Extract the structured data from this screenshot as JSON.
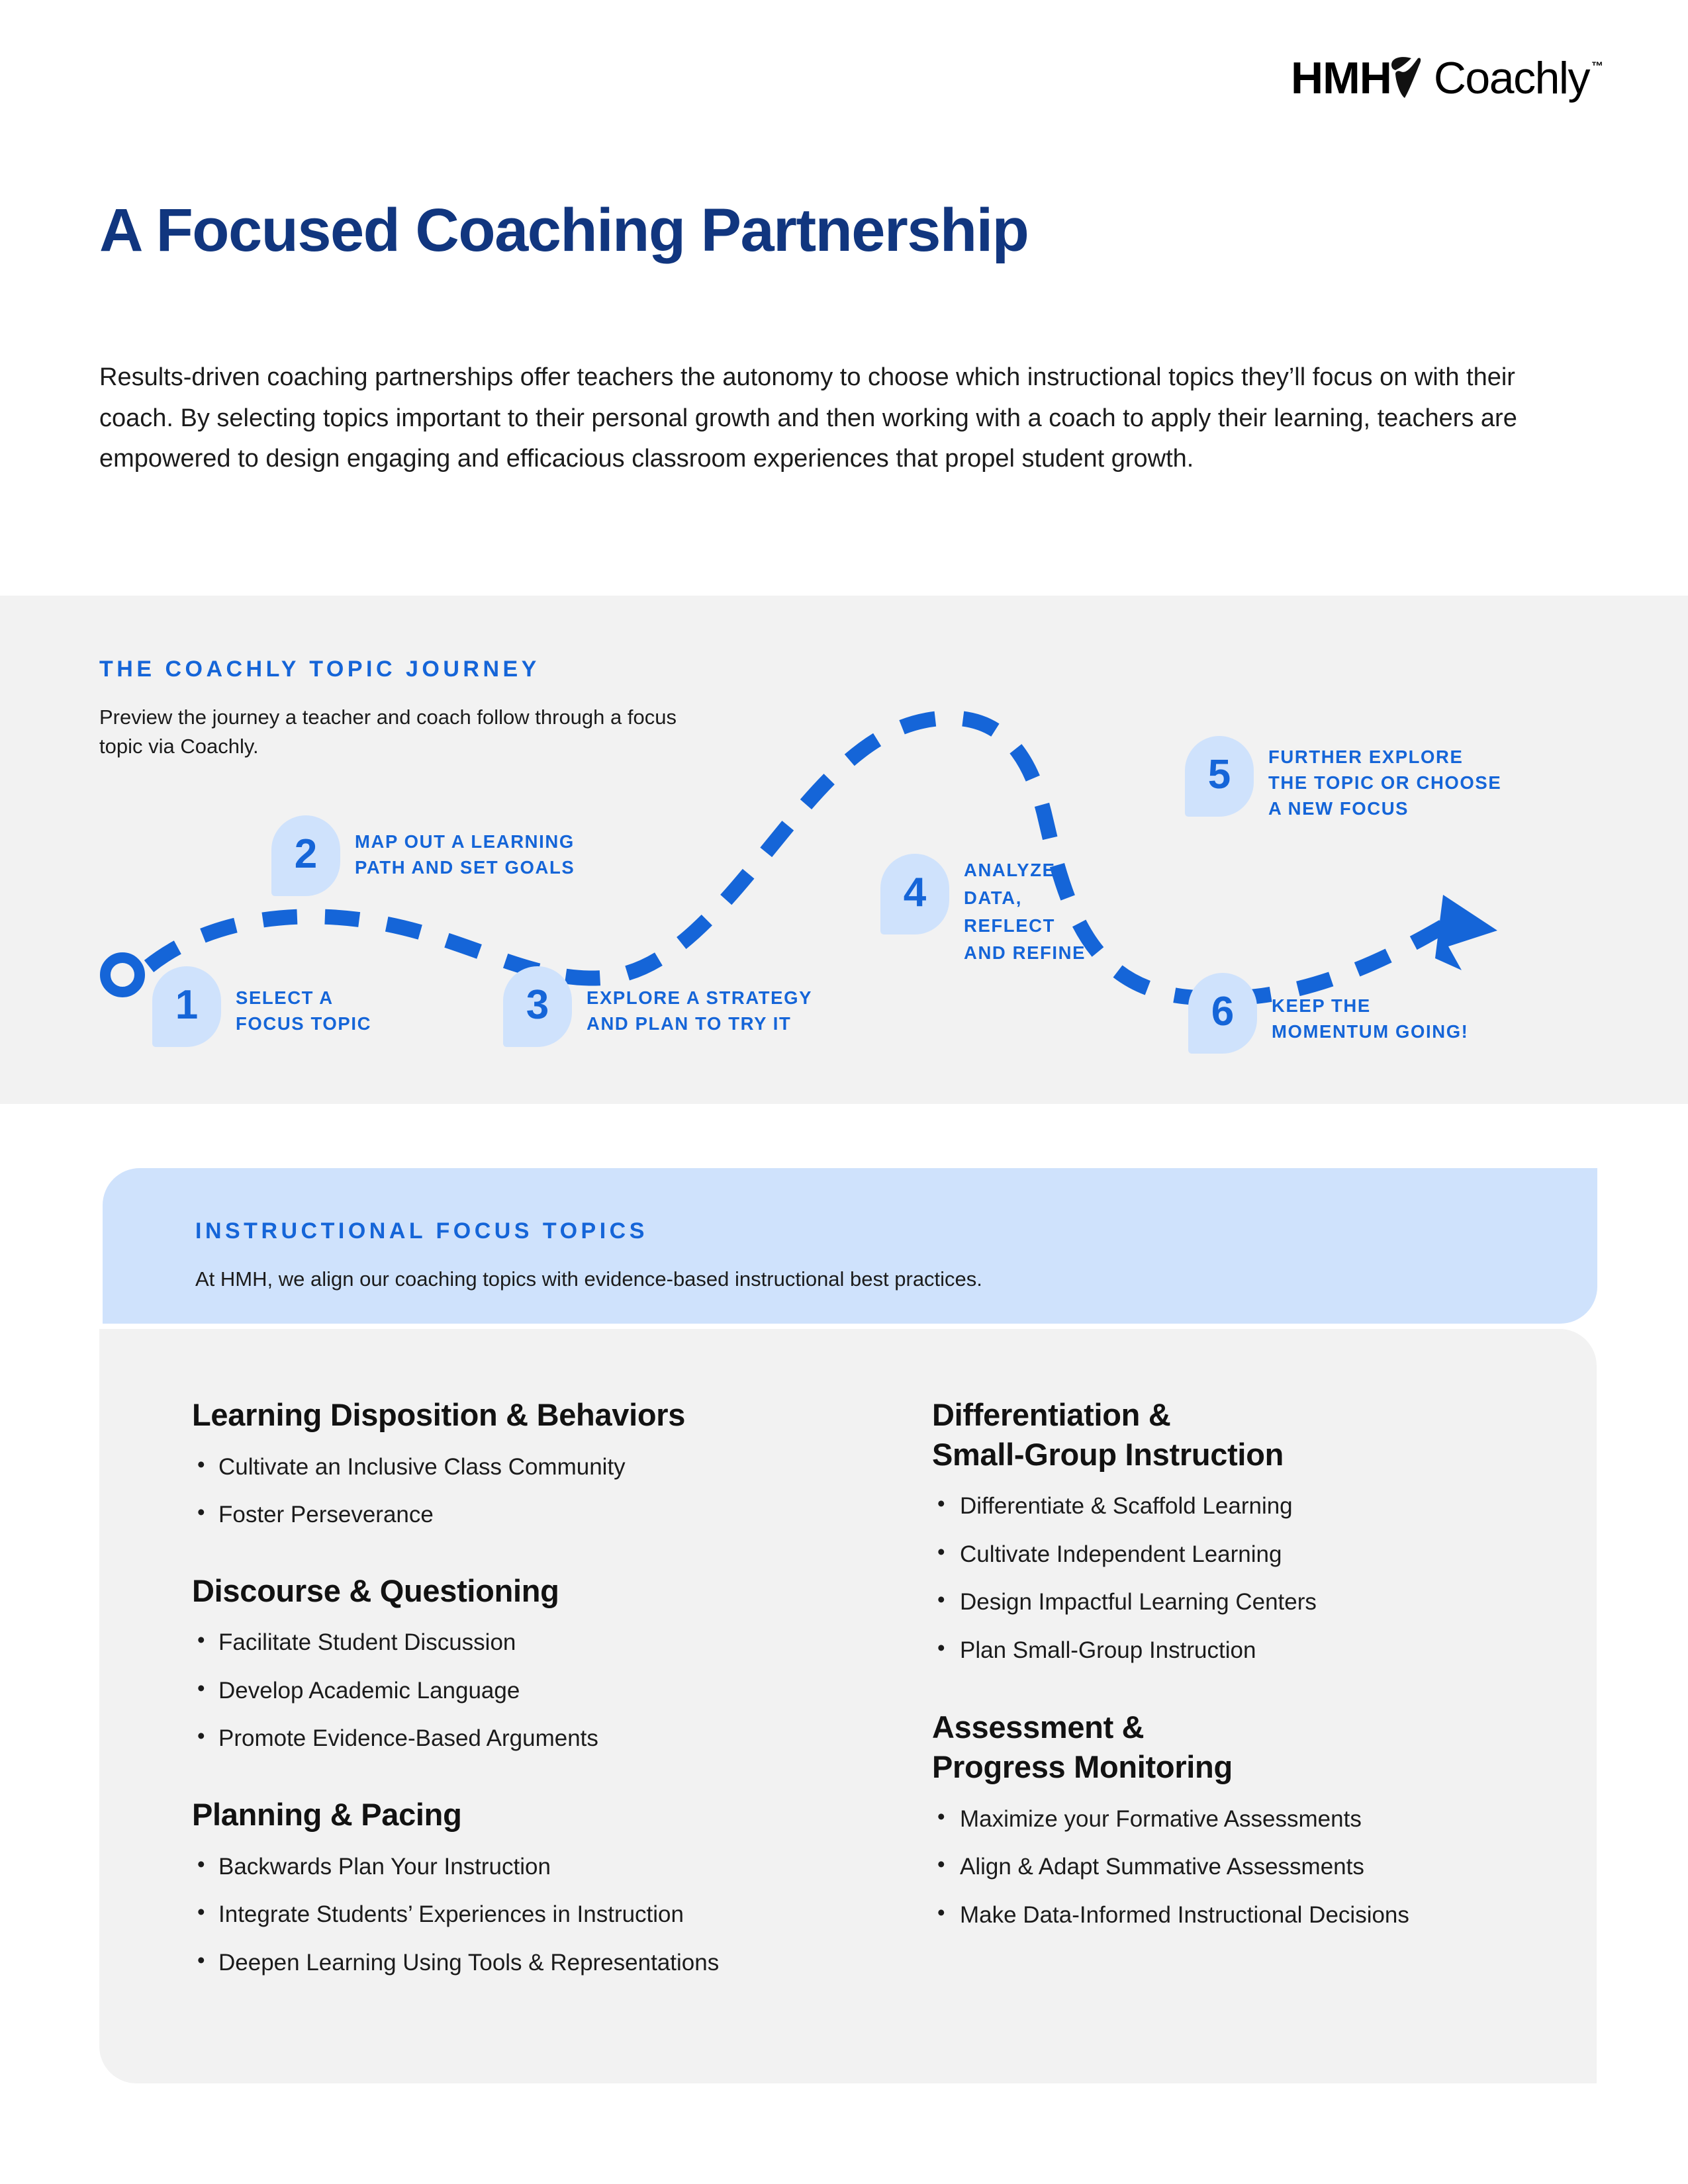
{
  "brand": {
    "logo_primary": "HMH",
    "logo_secondary": "Coachly",
    "logo_trademark": "™",
    "navy": "#11367F",
    "blue": "#1565D8",
    "light_blue": "#CFE2FC",
    "grey": "#F2F2F2"
  },
  "page_title": "A Focused Coaching Partnership",
  "intro": "Results-driven coaching partnerships offer teachers the autonomy to choose which instructional topics they’ll focus on with their coach. By selecting topics important to their personal growth and then working with a coach to apply their learning, teachers are empowered to design engaging and efficacious classroom experiences that propel student growth.",
  "journey": {
    "kicker": "THE COACHLY TOPIC JOURNEY",
    "subtitle": "Preview the journey a teacher and coach follow through a focus topic via Coachly.",
    "steps": [
      {
        "number": "1",
        "label": "SELECT A\nFOCUS TOPIC"
      },
      {
        "number": "2",
        "label": "MAP OUT A LEARNING\nPATH AND SET GOALS"
      },
      {
        "number": "3",
        "label": "EXPLORE A STRATEGY\nAND PLAN TO TRY IT"
      },
      {
        "number": "4",
        "label": "ANALYZE\nDATA,\nREFLECT\nAND REFINE"
      },
      {
        "number": "5",
        "label": "FURTHER EXPLORE\nTHE TOPIC OR CHOOSE\nA NEW FOCUS"
      },
      {
        "number": "6",
        "label": "KEEP THE\nMOMENTUM GOING!"
      }
    ]
  },
  "focus_topics": {
    "kicker": "INSTRUCTIONAL FOCUS TOPICS",
    "subtitle": "At HMH, we align our coaching topics with evidence-based instructional best practices.",
    "left_column": [
      {
        "heading": "Learning Disposition & Behaviors",
        "items": [
          "Cultivate an Inclusive Class Community",
          "Foster Perseverance"
        ]
      },
      {
        "heading": "Discourse & Questioning",
        "items": [
          "Facilitate Student Discussion",
          "Develop Academic Language",
          "Promote Evidence-Based Arguments"
        ]
      },
      {
        "heading": "Planning & Pacing",
        "items": [
          "Backwards Plan Your Instruction",
          "Integrate Students’ Experiences in Instruction",
          "Deepen Learning Using Tools & Representations"
        ]
      }
    ],
    "right_column": [
      {
        "heading": "Differentiation &\nSmall-Group Instruction",
        "items": [
          "Differentiate & Scaffold Learning",
          "Cultivate Independent Learning",
          "Design Impactful Learning Centers",
          "Plan Small-Group Instruction"
        ]
      },
      {
        "heading": "Assessment &\nProgress Monitoring",
        "items": [
          "Maximize your Formative Assessments",
          "Align & Adapt Summative Assessments",
          "Make Data-Informed Instructional Decisions"
        ]
      }
    ]
  }
}
